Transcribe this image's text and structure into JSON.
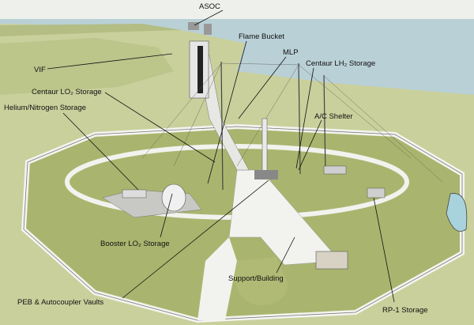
{
  "labels": {
    "asoc": "ASOC",
    "flame_bucket": "Flame Bucket",
    "mlp": "MLP",
    "centaur_lh2": "Centaur LH₂ Storage",
    "vif": "VIF",
    "centaur_lo2": "Centaur LO₂ Storage",
    "helium_nitrogen": "Helium/Nitrogen Storage",
    "ac_shelter": "A/C Shelter",
    "booster_lo2": "Booster LO₂ Storage",
    "support_building": "Support/Building",
    "peb_vaults": "PEB & Autocoupler Vaults",
    "rp1": "RP-1 Storage"
  },
  "colors": {
    "sky": "#eef0ec",
    "water": "#b9d0d6",
    "land": "#c9d09c",
    "grass": "#a9b56e",
    "road": "#f2f2ee"
  }
}
